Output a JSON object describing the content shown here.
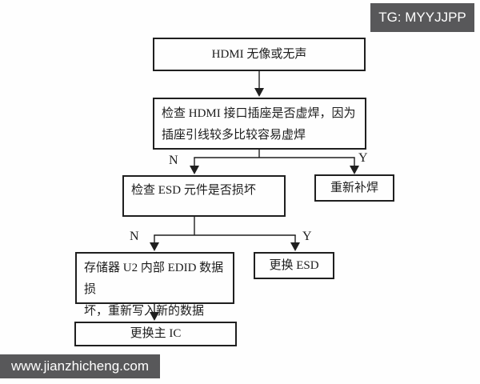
{
  "badges": {
    "top_right": {
      "label": "TG: MYYJJPP"
    },
    "bottom_left": {
      "label": "www.jianzhicheng.com"
    }
  },
  "colors": {
    "badge_bg": "#58585a",
    "badge_text": "#ffffff",
    "line": "#1f1f1f",
    "page_bg": "#fefefe"
  },
  "flowchart": {
    "nodes": {
      "start": {
        "lines": [
          "HDMI 无像或无声"
        ]
      },
      "check_hdmi": {
        "lines": [
          "检查 HDMI 接口插座是否虚焊，因为",
          "插座引线较多比较容易虚焊"
        ]
      },
      "check_esd": {
        "lines": [
          "检查 ESD 元件是否损坏"
        ]
      },
      "resolder": {
        "lines": [
          "重新补焊"
        ]
      },
      "rewrite_edid": {
        "lines": [
          "存储器 U2 内部 EDID 数据损",
          "坏，重新写入新的数据"
        ]
      },
      "replace_esd": {
        "lines": [
          "更换 ESD"
        ]
      },
      "replace_main_ic": {
        "lines": [
          "更换主 IC"
        ]
      }
    },
    "branch_labels": {
      "hdmi_no": "N",
      "hdmi_yes": "Y",
      "esd_no": "N",
      "esd_yes": "Y"
    }
  }
}
